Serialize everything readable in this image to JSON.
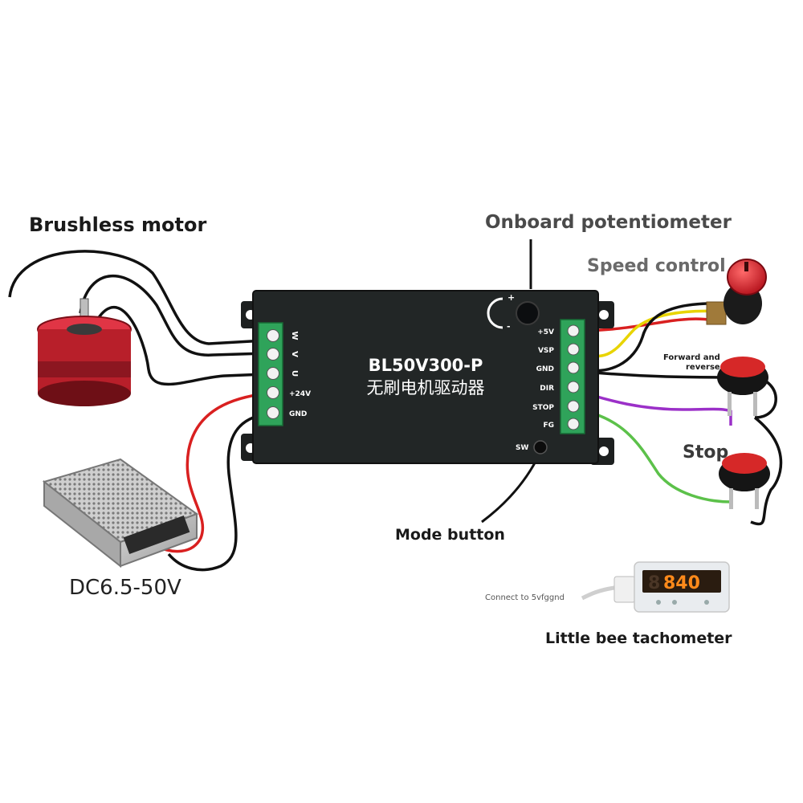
{
  "labels": {
    "brushless_motor": "Brushless motor",
    "onboard_potentiometer": "Onboard potentiometer",
    "speed_control": "Speed control",
    "forward_reverse_line1": "Forward and",
    "forward_reverse_line2": "reverse",
    "stop": "Stop",
    "mode_button": "Mode button",
    "power_supply": "DC6.5-50V",
    "connect_note": "Connect to 5vfggnd",
    "tachometer": "Little bee tachometer"
  },
  "driver": {
    "model": "BL50V300-P",
    "name_cn": "无刷电机驱动器",
    "left_pins": [
      "W",
      "V",
      "U",
      "+24V",
      "GND"
    ],
    "right_pins": [
      "+5V",
      "VSP",
      "GND",
      "DIR",
      "STOP",
      "FG"
    ],
    "sw_label": "SW",
    "pot_plus": "+",
    "pot_minus": "-"
  },
  "tachometer_display": "840",
  "colors": {
    "driver_body": "#222626",
    "terminal_green": "#2fa35a",
    "wire_red": "#d92020",
    "wire_yellow": "#e8d400",
    "wire_purple": "#9b30c8",
    "wire_green": "#5cc14a",
    "wire_black": "#111111",
    "motor_red": "#b81f2a",
    "tacho_digits": "#ff8a1a"
  }
}
